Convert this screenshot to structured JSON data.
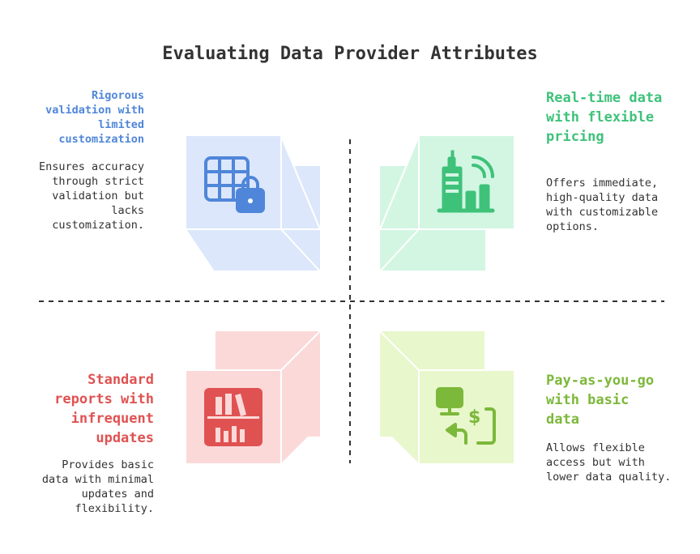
{
  "title": "Evaluating Data Provider Attributes",
  "colors": {
    "blue": "#4f86d9",
    "green": "#3ec27a",
    "red": "#e05252",
    "lime": "#7cb83a",
    "blue_fill": "#dce7fb",
    "green_fill": "#d3f6e3",
    "red_fill": "#fcd9d9",
    "lime_fill": "#e8f7cc"
  },
  "quadrants": [
    {
      "heading": "Rigorous validation with limited customization",
      "description": "Ensures accuracy through strict validation but lacks customization.",
      "icon": "table-lock-icon"
    },
    {
      "heading": "Real-time data with flexible pricing",
      "description": "Offers immediate, high-quality data with customizable options.",
      "icon": "city-signal-icon"
    },
    {
      "heading": "Standard reports with infrequent updates",
      "description": "Provides basic data with minimal updates and flexibility.",
      "icon": "bookshelf-chart-icon"
    },
    {
      "heading": "Pay-as-you-go with basic data",
      "description": "Allows flexible access but with lower data quality.",
      "icon": "computer-payment-icon"
    }
  ]
}
